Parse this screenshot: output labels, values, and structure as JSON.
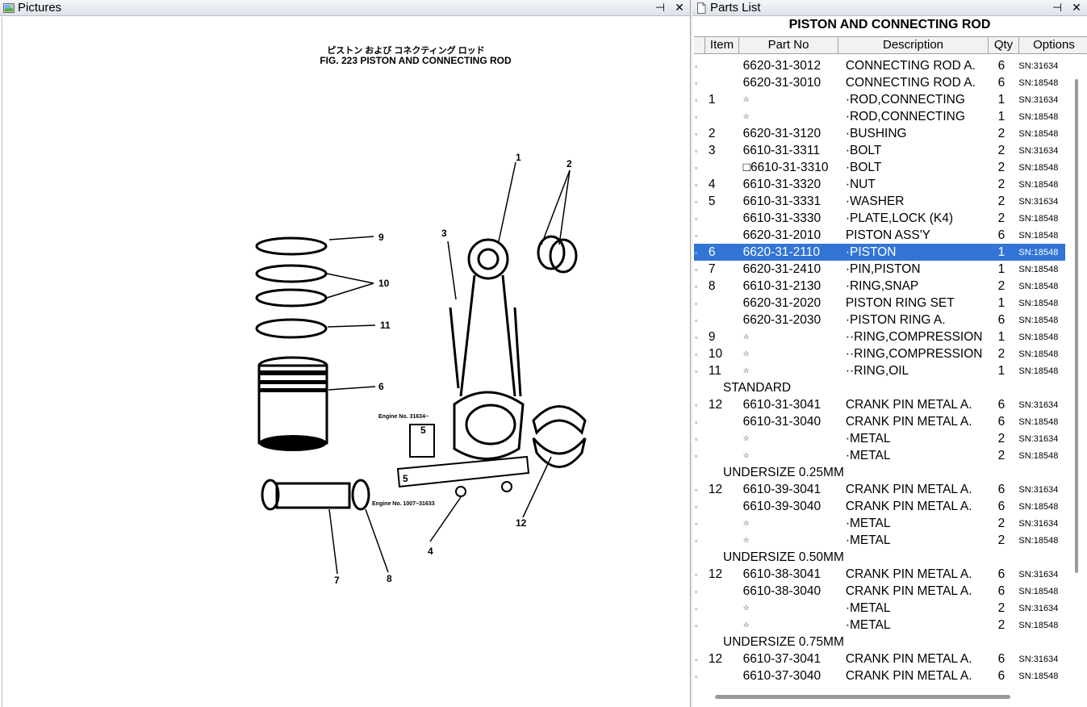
{
  "pictures_pane": {
    "title": "Pictures",
    "figure_title_jp": "ピストン および コネクティング ロッド",
    "figure_title": "FIG. 223  PISTON  AND  CONNECTING  ROD",
    "note_upper": "Engine No. 31634~",
    "note_lower": "Engine No. 1007~31633",
    "callouts": [
      "1",
      "2",
      "3",
      "4",
      "5",
      "5",
      "6",
      "7",
      "8",
      "9",
      "10",
      "11",
      "12"
    ]
  },
  "parts_pane": {
    "title": "Parts List",
    "list_title": "PISTON AND CONNECTING ROD",
    "columns": [
      "Item",
      "Part No",
      "Description",
      "Qty",
      "Options"
    ],
    "rows": [
      {
        "item": "",
        "part": "6620-31-3012",
        "desc": "CONNECTING ROD A.",
        "qty": "6",
        "opt": "SN:31634"
      },
      {
        "item": "",
        "part": "6620-31-3010",
        "desc": "CONNECTING ROD A.",
        "qty": "6",
        "opt": "SN:18548"
      },
      {
        "item": "1",
        "part": "☆",
        "desc": "·ROD,CONNECTING",
        "qty": "1",
        "opt": "SN:31634"
      },
      {
        "item": "",
        "part": "☆",
        "desc": "·ROD,CONNECTING",
        "qty": "1",
        "opt": "SN:18548"
      },
      {
        "item": "2",
        "part": "6620-31-3120",
        "desc": "·BUSHING",
        "qty": "2",
        "opt": "SN:18548"
      },
      {
        "item": "3",
        "part": "6610-31-3311",
        "desc": "·BOLT",
        "qty": "2",
        "opt": "SN:31634"
      },
      {
        "item": "",
        "part": "□6610-31-3310",
        "desc": "·BOLT",
        "qty": "2",
        "opt": "SN:18548"
      },
      {
        "item": "4",
        "part": "6610-31-3320",
        "desc": "·NUT",
        "qty": "2",
        "opt": "SN:18548"
      },
      {
        "item": "5",
        "part": "6610-31-3331",
        "desc": "·WASHER",
        "qty": "2",
        "opt": "SN:31634"
      },
      {
        "item": "",
        "part": "6610-31-3330",
        "desc": "·PLATE,LOCK (K4)",
        "qty": "2",
        "opt": "SN:18548"
      },
      {
        "item": "",
        "part": "6620-31-2010",
        "desc": "PISTON ASS'Y",
        "qty": "6",
        "opt": "SN:18548"
      },
      {
        "item": "6",
        "part": "6620-31-2110",
        "desc": "·PISTON",
        "qty": "1",
        "opt": "SN:18548",
        "sel": true
      },
      {
        "item": "7",
        "part": "6620-31-2410",
        "desc": "·PIN,PISTON",
        "qty": "1",
        "opt": "SN:18548"
      },
      {
        "item": "8",
        "part": "6610-31-2130",
        "desc": "·RING,SNAP",
        "qty": "2",
        "opt": "SN:18548"
      },
      {
        "item": "",
        "part": "6620-31-2020",
        "desc": "PISTON RING SET",
        "qty": "1",
        "opt": "SN:18548"
      },
      {
        "item": "",
        "part": "6620-31-2030",
        "desc": "·PISTON RING A.",
        "qty": "6",
        "opt": "SN:18548"
      },
      {
        "item": "9",
        "part": "☆",
        "desc": "··RING,COMPRESSION",
        "qty": "1",
        "opt": "SN:18548"
      },
      {
        "item": "10",
        "part": "☆",
        "desc": "··RING,COMPRESSION",
        "qty": "2",
        "opt": "SN:18548"
      },
      {
        "item": "11",
        "part": "☆",
        "desc": "··RING,OIL",
        "qty": "1",
        "opt": "SN:18548"
      },
      {
        "group": "STANDARD"
      },
      {
        "item": "12",
        "part": "6610-31-3041",
        "desc": "CRANK PIN METAL A.",
        "qty": "6",
        "opt": "SN:31634"
      },
      {
        "item": "",
        "part": "6610-31-3040",
        "desc": "CRANK PIN METAL A.",
        "qty": "6",
        "opt": "SN:18548"
      },
      {
        "item": "",
        "part": "☆",
        "desc": "·METAL",
        "qty": "2",
        "opt": "SN:31634"
      },
      {
        "item": "",
        "part": "☆",
        "desc": "·METAL",
        "qty": "2",
        "opt": "SN:18548"
      },
      {
        "group": "UNDERSIZE 0.25MM"
      },
      {
        "item": "12",
        "part": "6610-39-3041",
        "desc": "CRANK PIN METAL A.",
        "qty": "6",
        "opt": "SN:31634"
      },
      {
        "item": "",
        "part": "6610-39-3040",
        "desc": "CRANK PIN METAL A.",
        "qty": "6",
        "opt": "SN:18548"
      },
      {
        "item": "",
        "part": "☆",
        "desc": "·METAL",
        "qty": "2",
        "opt": "SN:31634"
      },
      {
        "item": "",
        "part": "☆",
        "desc": "·METAL",
        "qty": "2",
        "opt": "SN:18548"
      },
      {
        "group": "UNDERSIZE 0.50MM"
      },
      {
        "item": "12",
        "part": "6610-38-3041",
        "desc": "CRANK PIN METAL A.",
        "qty": "6",
        "opt": "SN:31634"
      },
      {
        "item": "",
        "part": "6610-38-3040",
        "desc": "CRANK PIN METAL A.",
        "qty": "6",
        "opt": "SN:18548"
      },
      {
        "item": "",
        "part": "☆",
        "desc": "·METAL",
        "qty": "2",
        "opt": "SN:31634"
      },
      {
        "item": "",
        "part": "☆",
        "desc": "·METAL",
        "qty": "2",
        "opt": "SN:18548"
      },
      {
        "group": "UNDERSIZE 0.75MM"
      },
      {
        "item": "12",
        "part": "6610-37-3041",
        "desc": "CRANK PIN METAL A.",
        "qty": "6",
        "opt": "SN:31634"
      },
      {
        "item": "",
        "part": "6610-37-3040",
        "desc": "CRANK PIN METAL A.",
        "qty": "6",
        "opt": "SN:18548"
      }
    ]
  },
  "colors": {
    "selection": "#3275d6",
    "header_bg": "#f2f2f2"
  },
  "icons": {
    "pictures": "picture-icon",
    "parts": "document-icon",
    "pin": "pin-icon",
    "close": "close-icon"
  }
}
